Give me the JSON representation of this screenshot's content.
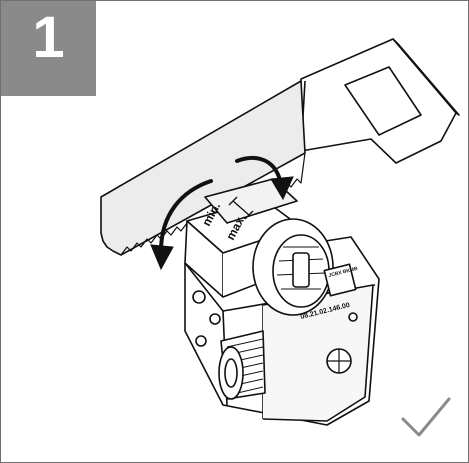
{
  "step": {
    "number": "1"
  },
  "illustration": {
    "min_label": "min.",
    "max_label": "max.",
    "part_number": "08.21.02.146.00",
    "label_code": "JCBX BKMB",
    "confirm_icon": "checkmark-icon",
    "tool_icon": "handsaw-icon",
    "accent_color": "#8a8a8a"
  }
}
